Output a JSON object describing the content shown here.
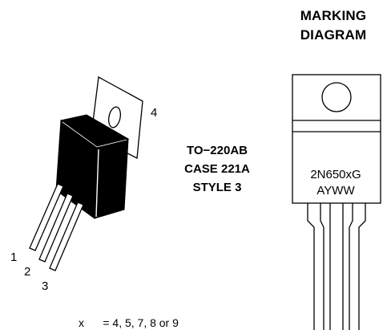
{
  "marking_diagram": {
    "title_line1": "MARKING",
    "title_line2": "DIAGRAM",
    "line1": "2N650xG",
    "line2": "AYWW"
  },
  "package": {
    "line1": "TO−220AB",
    "line2": "CASE 221A",
    "line3": "STYLE 3",
    "tab_pin": "4",
    "pins": [
      "1",
      "2",
      "3"
    ]
  },
  "footnote": "x      = 4, 5, 7, 8 or 9"
}
